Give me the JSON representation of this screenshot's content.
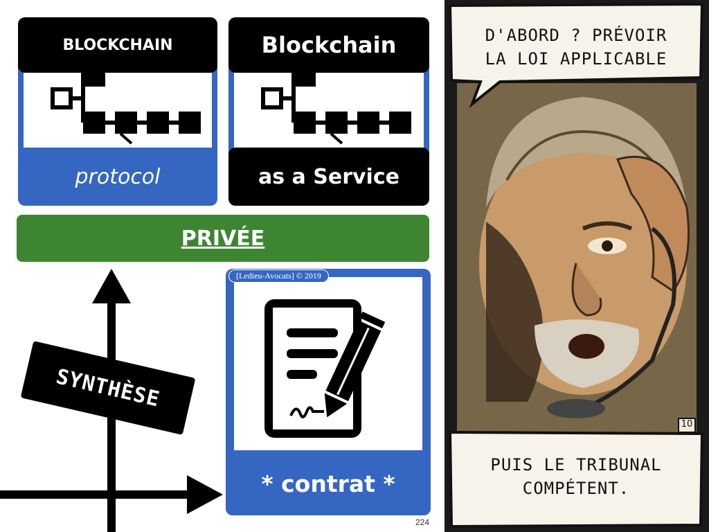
{
  "card1": {
    "title": "BLOCKCHAIN",
    "footer": "protocol"
  },
  "card2": {
    "title": "Blockchain",
    "footer": "as a Service"
  },
  "privee": {
    "label": "PRIVÉE"
  },
  "synthese": {
    "label": "SYNTHÈSE"
  },
  "contract": {
    "copyright": "[Ledieu-Avocats] © 2019",
    "label": "* contrat *"
  },
  "page_number": "224",
  "comic": {
    "top_bubble": [
      "D'ABORD ? PRÉVOIR",
      "LA LOI APPLICABLE"
    ],
    "bottom_bubble": [
      "PUIS LE TRIBUNAL",
      "COMPÉTENT."
    ],
    "panel_number": "10"
  },
  "colors": {
    "blue": "#3566c2",
    "green": "#3e8532",
    "black": "#000000"
  }
}
